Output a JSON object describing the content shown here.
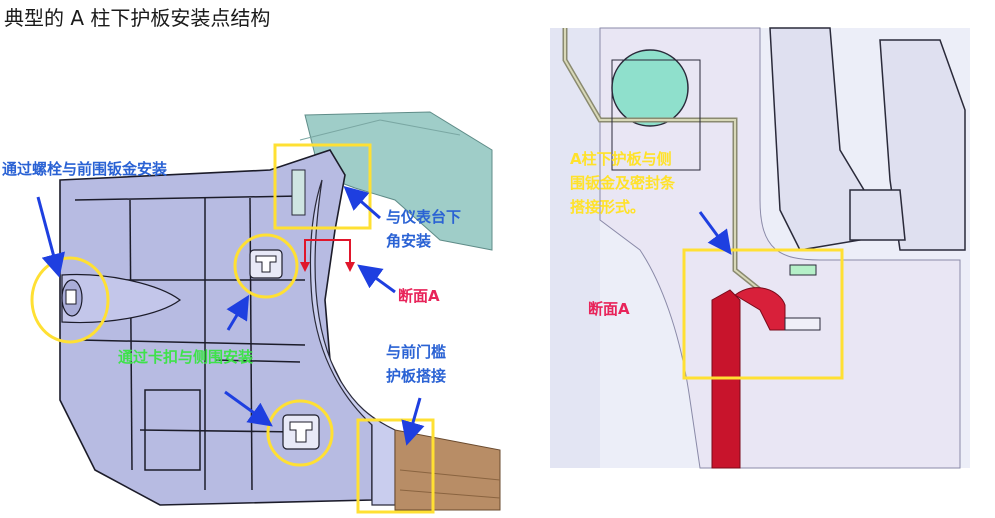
{
  "title": "典型的 A 柱下护板安装点结构",
  "left_panel": {
    "label_bolt": "通过螺栓与前围钣金安装",
    "label_dashboard_line1": "与仪表台下",
    "label_dashboard_line2": "角安装",
    "label_section": "断面A",
    "label_clip": "通过卡扣与侧围安装",
    "label_sill_line1": "与前门槛",
    "label_sill_line2": "护板搭接"
  },
  "right_panel": {
    "label_overlap_line1": "A柱下护板与侧",
    "label_overlap_line2": "围钣金及密封条",
    "label_overlap_line3": "搭接形式。",
    "label_section": "断面A"
  },
  "colors": {
    "callout_yellow": "#ffe033",
    "arrow_blue": "#1e3fe0",
    "section_red": "#e0162b",
    "panel_lavender": "#b9bde3",
    "teal": "#8fc9c4",
    "sill_brown": "#b58b63",
    "seal_red": "#c8142c"
  }
}
